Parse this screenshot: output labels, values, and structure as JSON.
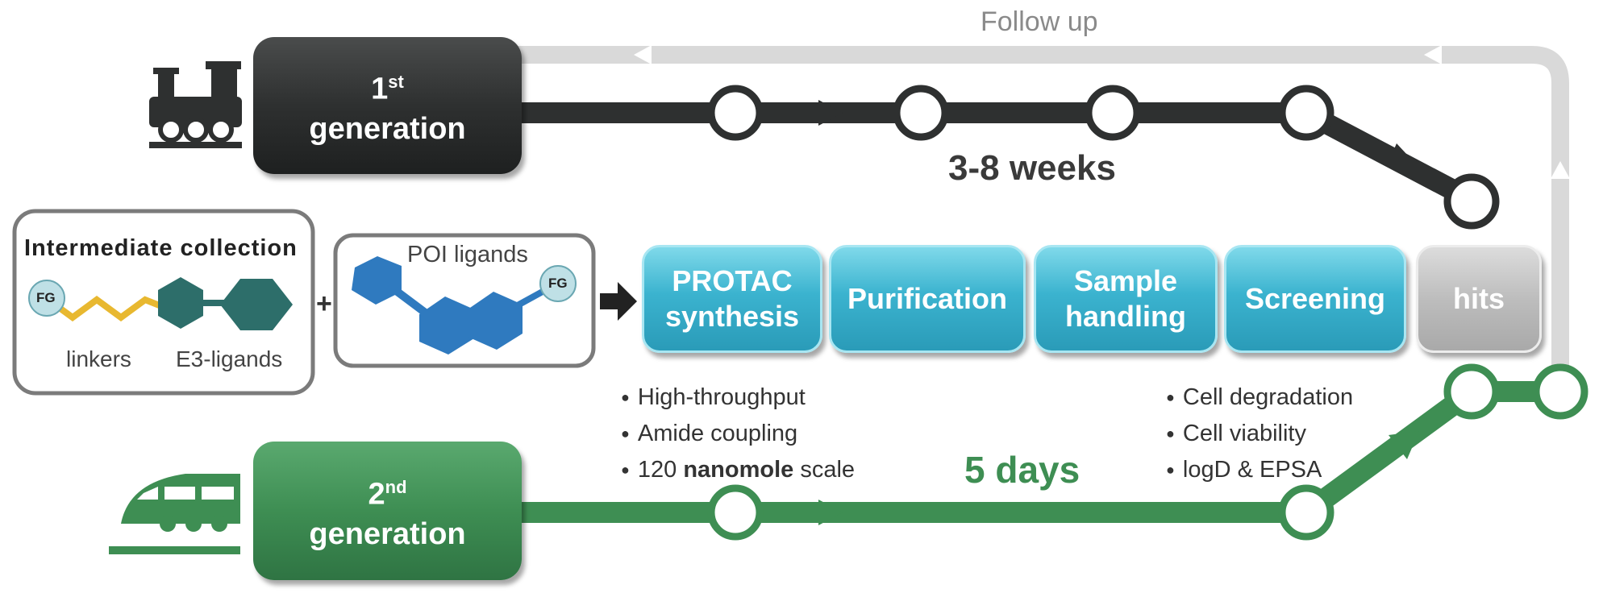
{
  "follow_up_label": "Follow up",
  "gen1": {
    "line1": "1",
    "sup": "st",
    "line2": "generation"
  },
  "gen2": {
    "line1": "2",
    "sup": "nd",
    "line2": "generation"
  },
  "gen1_duration": "3-8 weeks",
  "gen2_duration": "5 days",
  "intermediate": {
    "title": "Intermediate collection",
    "fg": "FG",
    "linkers": "linkers",
    "e3": "E3-ligands"
  },
  "plus": "+",
  "poi": {
    "title": "POI ligands",
    "fg": "FG"
  },
  "steps": [
    {
      "line1": "PROTAC",
      "line2": "synthesis"
    },
    {
      "line1": "Purification",
      "line2": ""
    },
    {
      "line1": "Sample",
      "line2": "handling"
    },
    {
      "line1": "Screening",
      "line2": ""
    },
    {
      "line1": "hits",
      "line2": ""
    }
  ],
  "synthesis_notes": {
    "b1": "High-throughput",
    "b2": "Amide coupling",
    "b3_pre": "120 ",
    "b3_bold": "nanomole",
    "b3_post": " scale"
  },
  "screening_notes": [
    "Cell degradation",
    "Cell viability",
    "logD & EPSA"
  ],
  "colors": {
    "gen1": "#2e3030",
    "gen2": "#3e8e53",
    "teal": "#3bb3cf",
    "follow_up": "#d9d9d9"
  },
  "icons": [
    "steam-locomotive-icon",
    "bullet-train-icon",
    "right-arrow-icon"
  ]
}
